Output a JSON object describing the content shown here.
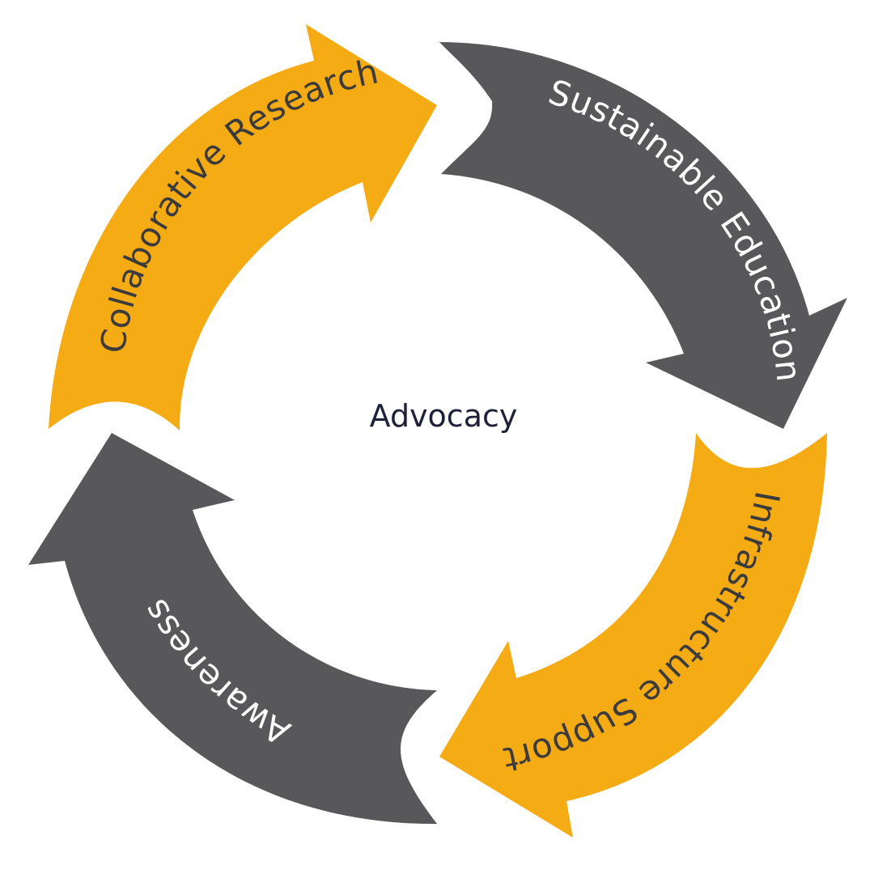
{
  "diagram": {
    "center_label": "Advocacy",
    "colors": {
      "orange": "#f5ab14",
      "gray": "#58585a",
      "text_on_orange": "#3b3b3b",
      "text_on_gray": "#ffffff",
      "center_text": "#1e2138"
    },
    "segments": [
      {
        "label": "Collaborative  Research",
        "color": "orange"
      },
      {
        "label": "Sustainable Education",
        "color": "gray"
      },
      {
        "label": "Infrastructure Support",
        "color": "orange"
      },
      {
        "label": "Awareness",
        "color": "gray"
      }
    ]
  }
}
